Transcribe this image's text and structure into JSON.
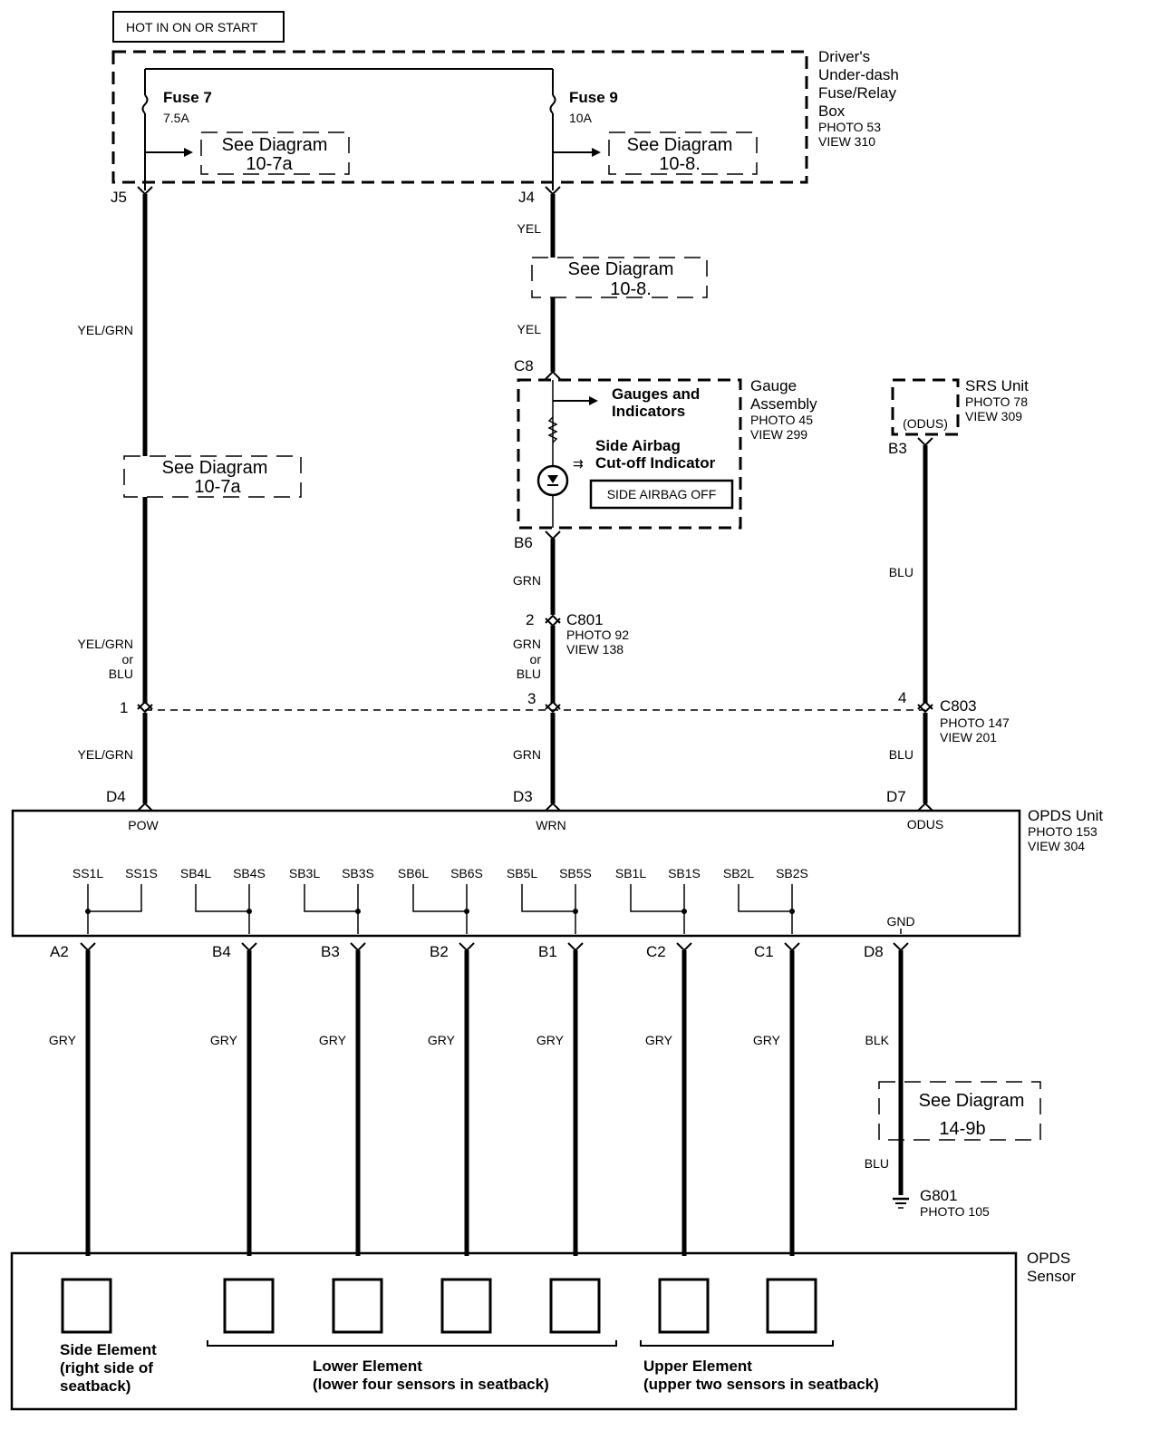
{
  "header": {
    "hot_label": "HOT IN ON OR START"
  },
  "fuse_box": {
    "title_lines": [
      "Driver's",
      "Under-dash",
      "Fuse/Relay",
      "Box"
    ],
    "photo": "PHOTO 53",
    "view": "VIEW 310",
    "fuse7": {
      "name": "Fuse 7",
      "rating": "7.5A"
    },
    "fuse9": {
      "name": "Fuse 9",
      "rating": "10A"
    },
    "diagram_ref_left": [
      "See Diagram",
      "10-7a"
    ],
    "diagram_ref_right": [
      "See Diagram",
      "10-8."
    ]
  },
  "connectors": {
    "J5": "J5",
    "J4": "J4",
    "C8": "C8",
    "B6": "B6",
    "B3": "B3",
    "D4": "D4",
    "D3": "D3",
    "D7": "D7",
    "c801_pin": "2",
    "c803_pin_left": "1",
    "c803_pin_mid": "3",
    "c803_pin_right": "4",
    "bottom_pins": [
      "A2",
      "B4",
      "B3",
      "B2",
      "B1",
      "C2",
      "C1",
      "D8"
    ]
  },
  "wires": {
    "left_top": "YEL/GRN",
    "left_mid": [
      "YEL/GRN",
      "or",
      "BLU"
    ],
    "left_bottom": "YEL/GRN",
    "mid_top": "YEL",
    "mid_top2": "YEL",
    "mid_grn": "GRN",
    "mid_alt": [
      "GRN",
      "or",
      "BLU"
    ],
    "mid_bottom": "GRN",
    "right_top": "BLU",
    "right_bottom": "BLU",
    "gry": "GRY",
    "blk": "BLK",
    "blu_ground": "BLU"
  },
  "diagram_refs": {
    "mid": [
      "See Diagram",
      "10-8."
    ],
    "left": [
      "See Diagram",
      "10-7a"
    ],
    "ground": [
      "See Diagram",
      "14-9b"
    ]
  },
  "gauge": {
    "title_lines": [
      "Gauge",
      "Assembly"
    ],
    "photo": "PHOTO 45",
    "view": "VIEW 299",
    "gauges_label": [
      "Gauges and",
      "Indicators"
    ],
    "indicator_label": [
      "Side Airbag",
      "Cut-off Indicator"
    ],
    "indicator_text": "SIDE AIRBAG OFF"
  },
  "srs": {
    "title": "SRS Unit",
    "photo": "PHOTO 78",
    "view": "VIEW 309",
    "pin": "(ODUS)"
  },
  "c801": {
    "name": "C801",
    "photo": "PHOTO 92",
    "view": "VIEW 138"
  },
  "c803": {
    "name": "C803",
    "photo": "PHOTO 147",
    "view": "VIEW 201"
  },
  "opds_unit": {
    "title": "OPDS Unit",
    "photo": "PHOTO 153",
    "view": "VIEW 304",
    "terminals": [
      "POW",
      "WRN",
      "ODUS"
    ],
    "gnd": "GND",
    "sensor_pairs": [
      [
        "SS1L",
        "SS1S"
      ],
      [
        "SB4L",
        "SB4S"
      ],
      [
        "SB3L",
        "SB3S"
      ],
      [
        "SB6L",
        "SB6S"
      ],
      [
        "SB5L",
        "SB5S"
      ],
      [
        "SB1L",
        "SB1S"
      ],
      [
        "SB2L",
        "SB2S"
      ]
    ]
  },
  "ground": {
    "name": "G801",
    "photo": "PHOTO 105"
  },
  "opds_sensor": {
    "title_lines": [
      "OPDS",
      "Sensor"
    ],
    "side_element": [
      "Side Element",
      "(right side of",
      "seatback)"
    ],
    "lower_element": [
      "Lower Element",
      "(lower four sensors in seatback)"
    ],
    "upper_element": [
      "Upper Element",
      "(upper two sensors in seatback)"
    ]
  }
}
